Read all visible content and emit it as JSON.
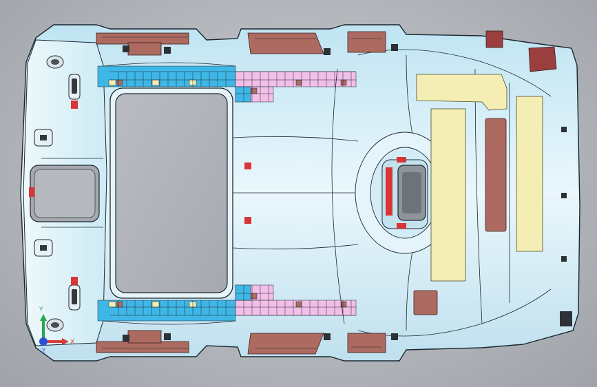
{
  "viewport": {
    "background_color": "#b3b6bb",
    "panel_color": "#cfe9f3",
    "edge_color": "#1b2733",
    "colors": {
      "foam_pad": "#ad6a61",
      "dark_pad": "#9a3e3e",
      "red_marker": "#d83636",
      "yellow_pad": "#f4edb4",
      "cyan_grid": "#3fb7e6",
      "pink_grid": "#f2bfe8"
    }
  },
  "triad": {
    "axes": [
      {
        "label": "Y",
        "color": "#2ea44f",
        "icon": "axis-arrow-y"
      },
      {
        "label": "X",
        "color": "#d93b3b",
        "icon": "axis-arrow-x"
      },
      {
        "label": "Z",
        "color": "#2b4fd9",
        "icon": "axis-arrow-z"
      }
    ]
  }
}
